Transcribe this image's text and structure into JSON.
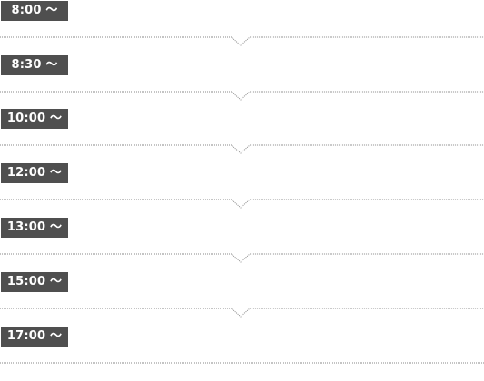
{
  "schedule": {
    "times": [
      "8:00 〜",
      "8:30 〜",
      "10:00 〜",
      "12:00 〜",
      "13:00 〜",
      "15:00 〜",
      "17:00 〜"
    ]
  }
}
